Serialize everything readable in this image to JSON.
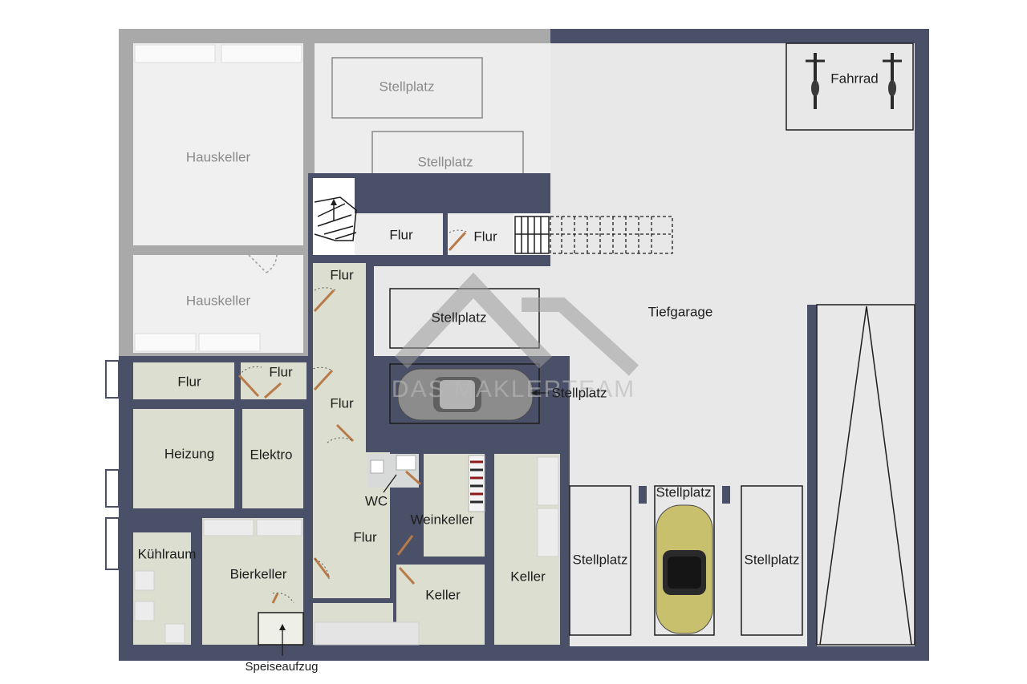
{
  "plan": {
    "labels": {
      "hauskeller_top": "Hauskeller",
      "hauskeller_bottom": "Hauskeller",
      "stellplatz_top1": "Stellplatz",
      "stellplatz_top2": "Stellplatz",
      "flur_top_left": "Flur",
      "flur_top_right": "Flur",
      "flur_stair": "Flur",
      "flur_left": "Flur",
      "flur_mid": "Flur",
      "flur_corridor": "Flur",
      "flur_lower": "Flur",
      "heizung": "Heizung",
      "elektro": "Elektro",
      "kuehlraum": "Kühlraum",
      "bierkeller": "Bierkeller",
      "speiseaufzug": "Speiseaufzug",
      "wc": "WC",
      "weinkeller": "Weinkeller",
      "keller_small": "Keller",
      "keller_right": "Keller",
      "tiefgarage": "Tiefgarage",
      "stellplatz_garage1": "Stellplatz",
      "stellplatz_garage2": "Stellplatz",
      "stellplatz_bottom_left": "Stellplatz",
      "stellplatz_bottom_mid": "Stellplatz",
      "stellplatz_bottom_right": "Stellplatz",
      "fahrrad": "Fahrrad"
    },
    "watermark": "DAS MAKLERTEAM",
    "colors": {
      "wall": "#4a5068",
      "wall_grey": "#a9a9a9",
      "room_fill": "#dcdfcf",
      "garage_fill": "#e8e8e8",
      "grey_area": "#ededed",
      "door": "#b87a48"
    }
  }
}
